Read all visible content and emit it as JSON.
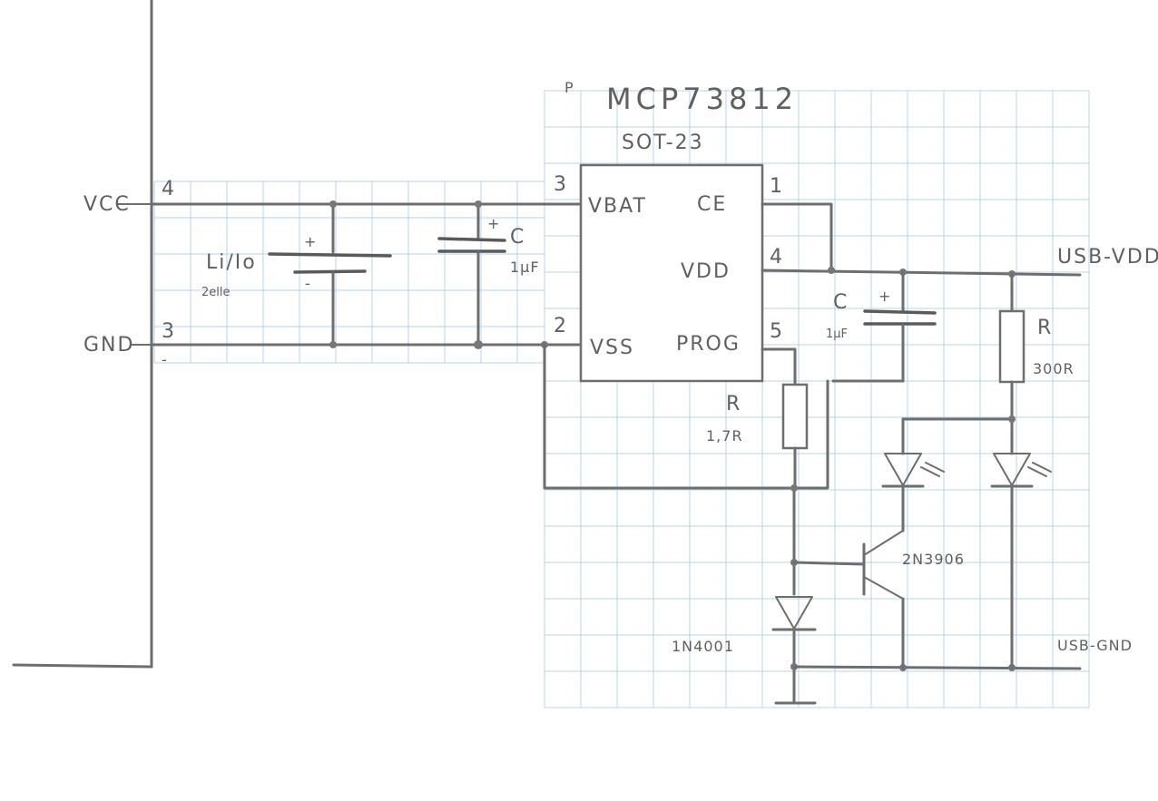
{
  "chip": {
    "marker": "P",
    "name": "MCP73812",
    "package": "SOT-23",
    "pins": {
      "vbat": {
        "num": "3",
        "label": "VBAT"
      },
      "vss": {
        "num": "2",
        "label": "VSS"
      },
      "ce": {
        "num": "1",
        "label": "CE"
      },
      "vdd": {
        "num": "4",
        "label": "VDD"
      },
      "prog": {
        "num": "5",
        "label": "PROG"
      }
    }
  },
  "rail_left": {
    "vcc_label": "VCC",
    "vcc_pin": "4",
    "gnd_label": "GND",
    "gnd_pin": "3",
    "minus_mark": "-"
  },
  "battery": {
    "name": "Li/Io",
    "cells": "2elle",
    "plus": "+",
    "minus": "-"
  },
  "cap_left": {
    "plus": "+",
    "label": "C",
    "value": "1µF"
  },
  "cap_right": {
    "plus": "+",
    "label": "C",
    "value": "1µF"
  },
  "resistor_prog": {
    "label": "R",
    "value": "1,7R"
  },
  "resistor_led": {
    "label": "R",
    "value": "300R"
  },
  "transistor": {
    "part": "2N3906"
  },
  "diode": {
    "part": "1N4001"
  },
  "usb_vdd": "USB-VDD",
  "usb_gnd": "USB-GND"
}
